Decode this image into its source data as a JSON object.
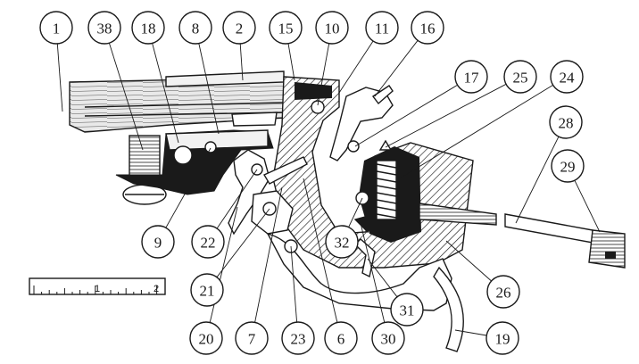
{
  "diagram": {
    "callouts": [
      {
        "id": "1"
      },
      {
        "id": "38"
      },
      {
        "id": "18"
      },
      {
        "id": "8"
      },
      {
        "id": "2"
      },
      {
        "id": "15"
      },
      {
        "id": "10"
      },
      {
        "id": "11"
      },
      {
        "id": "16"
      },
      {
        "id": "17"
      },
      {
        "id": "25"
      },
      {
        "id": "24"
      },
      {
        "id": "28"
      },
      {
        "id": "29"
      },
      {
        "id": "9"
      },
      {
        "id": "22"
      },
      {
        "id": "32"
      },
      {
        "id": "21"
      },
      {
        "id": "20"
      },
      {
        "id": "7"
      },
      {
        "id": "23"
      },
      {
        "id": "6"
      },
      {
        "id": "30"
      },
      {
        "id": "31"
      },
      {
        "id": "26"
      },
      {
        "id": "19"
      }
    ],
    "ruler": {
      "labels": [
        "1",
        "2"
      ]
    }
  }
}
